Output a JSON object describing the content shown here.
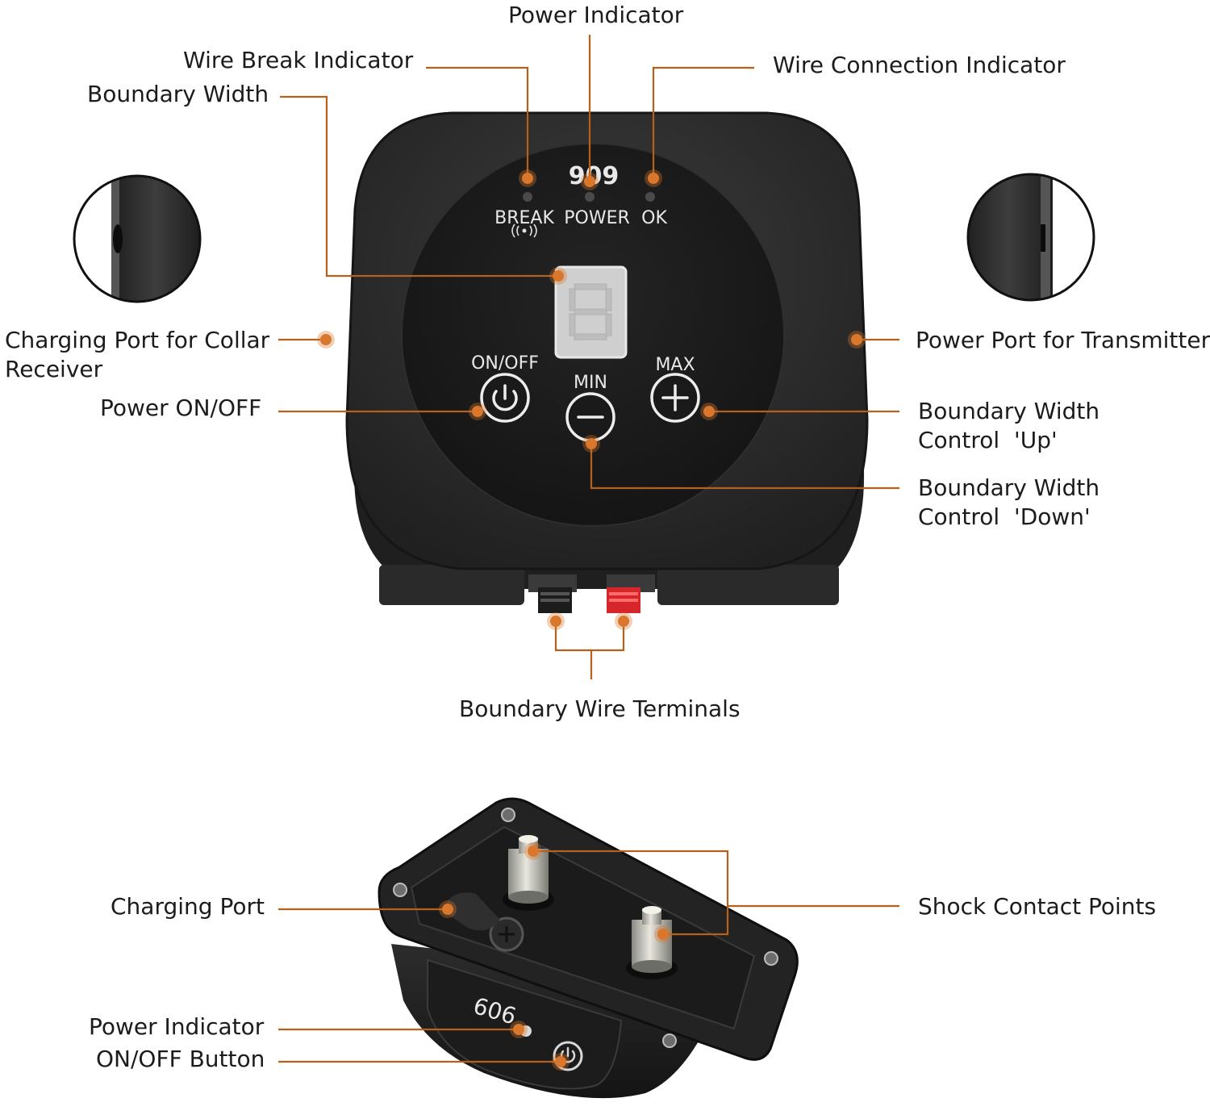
{
  "colors": {
    "leader": "#b5611c",
    "dot": "#d9772c",
    "device_body": "#2b2b2b",
    "device_face": "#1b1b1b",
    "terminal_red": "#d6252b",
    "terminal_black": "#1c1c1c"
  },
  "labels": {
    "power_indicator_top": "Power Indicator",
    "wire_break_indicator": "Wire Break Indicator",
    "wire_connection_indicator": "Wire Connection Indicator",
    "boundary_width": "Boundary Width",
    "charging_port_collar_line1": "Charging Port for Collar",
    "charging_port_collar_line2": "Receiver",
    "power_port_transmitter": "Power Port for Transmitter",
    "power_on_off": "Power ON/OFF",
    "boundary_up_line1": "Boundary Width",
    "boundary_up_line2": "Control  'Up'",
    "boundary_down_line1": "Boundary Width",
    "boundary_down_line2": "Control  'Down'",
    "boundary_wire_terminals": "Boundary Wire Terminals",
    "charging_port": "Charging Port",
    "shock_contact_points": "Shock Contact Points",
    "power_indicator_collar": "Power Indicator",
    "on_off_button": "ON/OFF Button"
  },
  "device": {
    "model": "909",
    "led_break": "BREAK",
    "led_power": "POWER",
    "led_ok": "OK",
    "btn_onoff": "ON/OFF",
    "btn_min": "MIN",
    "btn_max": "MAX"
  },
  "collar": {
    "model": "606"
  },
  "icons": {
    "power": "power-icon",
    "minus": "minus-icon",
    "plus": "plus-icon",
    "signal": "signal-waves-icon"
  }
}
